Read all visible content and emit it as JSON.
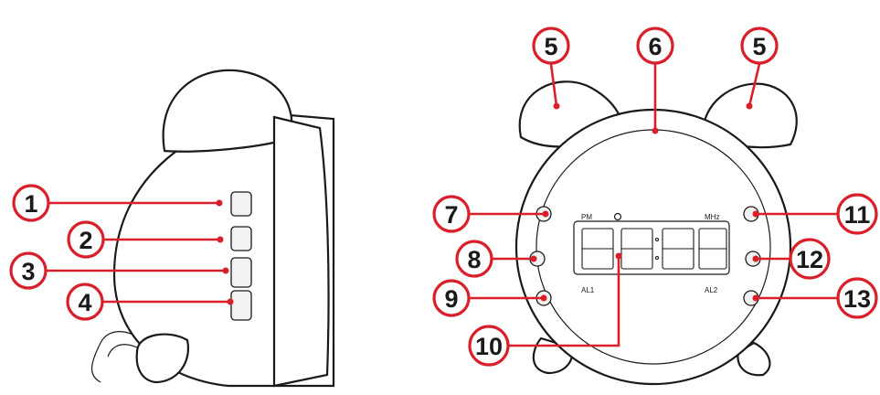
{
  "colors": {
    "callout_stroke": "#d9202a",
    "outline": "#1a1a1a",
    "background": "#ffffff"
  },
  "panel_labels": {
    "pm": "PM",
    "mhz": "MHz",
    "al1": "AL1",
    "al2": "AL2"
  },
  "callouts": [
    {
      "id": "c1",
      "label": "1"
    },
    {
      "id": "c2",
      "label": "2"
    },
    {
      "id": "c3",
      "label": "3"
    },
    {
      "id": "c4",
      "label": "4"
    },
    {
      "id": "c5a",
      "label": "5"
    },
    {
      "id": "c5b",
      "label": "5"
    },
    {
      "id": "c6",
      "label": "6"
    },
    {
      "id": "c7",
      "label": "7"
    },
    {
      "id": "c8",
      "label": "8"
    },
    {
      "id": "c9",
      "label": "9"
    },
    {
      "id": "c10",
      "label": "10"
    },
    {
      "id": "c11",
      "label": "11"
    },
    {
      "id": "c12",
      "label": "12"
    },
    {
      "id": "c13",
      "label": "13"
    }
  ]
}
